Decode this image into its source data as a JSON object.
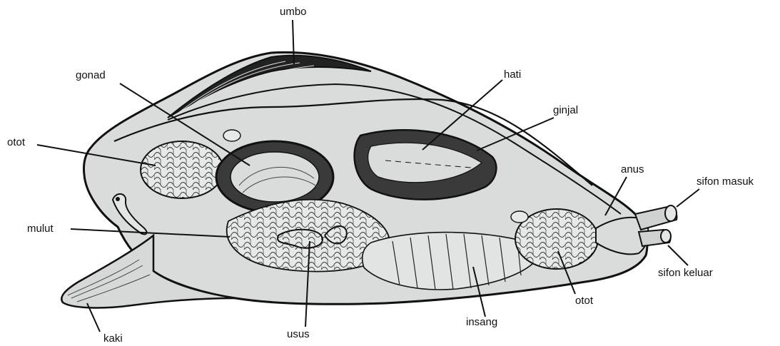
{
  "diagram": {
    "labels": {
      "umbo": "umbo",
      "gonad": "gonad",
      "hati": "hati",
      "ginjal": "ginjal",
      "otot_left": "otot",
      "anus": "anus",
      "sifon_masuk": "sifon masuk",
      "mulut": "mulut",
      "sifon_keluar": "sifon keluar",
      "otot_right": "otot",
      "insang": "insang",
      "usus": "usus",
      "kaki": "kaki"
    },
    "colors": {
      "body_fill": "#d9dcdb",
      "outline": "#111111",
      "background": "#ffffff"
    }
  }
}
